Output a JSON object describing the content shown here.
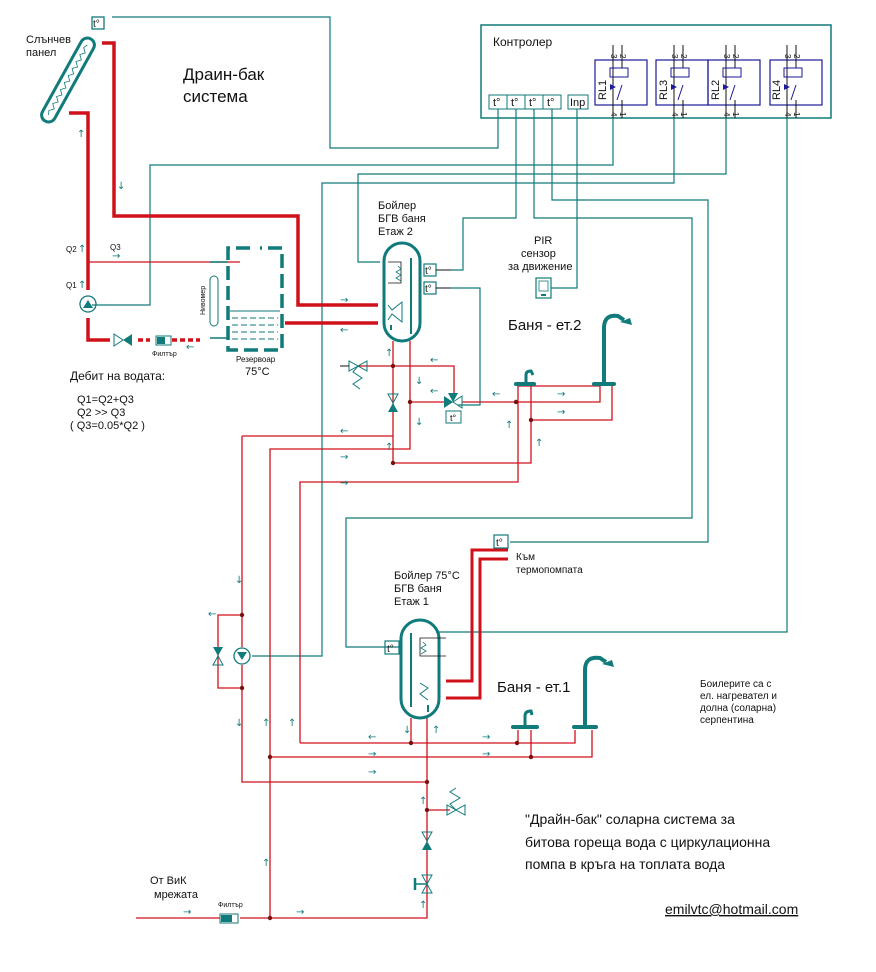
{
  "title": {
    "line1": "Драин-бак",
    "line2": "система"
  },
  "solar_panel": {
    "label_line1": "Слънчев",
    "label_line2": "панел"
  },
  "controller": {
    "title": "Контролер",
    "inputs": [
      "t°",
      "t°",
      "t°",
      "t°",
      "Inp"
    ],
    "relays": [
      {
        "label": "RL1",
        "pin_top_left": "3",
        "pin_top_right": "2",
        "pin_bottom_left": "4",
        "pin_bottom_right": "1"
      },
      {
        "label": "RL3",
        "pin_top_left": "3",
        "pin_top_right": "2",
        "pin_bottom_left": "4",
        "pin_bottom_right": "1"
      },
      {
        "label": "RL2",
        "pin_top_left": "3",
        "pin_top_right": "2",
        "pin_bottom_left": "4",
        "pin_bottom_right": "1"
      },
      {
        "label": "RL4",
        "pin_top_left": "3",
        "pin_top_right": "2",
        "pin_bottom_left": "4",
        "pin_bottom_right": "1"
      }
    ]
  },
  "sensor_label": "t°",
  "flows": {
    "q1": "Q1",
    "q2": "Q2",
    "q3": "Q3"
  },
  "reservoir": {
    "label": "Резервоар",
    "temp": "75°C",
    "level_gauge": "Нивомер"
  },
  "filter_label": "Филтър",
  "flow_note": {
    "heading": "Дебит на водата:",
    "line1": "Q1=Q2+Q3",
    "line2": "Q2 >> Q3",
    "line3": "( Q3=0.05*Q2 )"
  },
  "boiler_upper": {
    "line1": "Бойлер",
    "line2": "БГВ баня",
    "line3": "Етаж 2"
  },
  "boiler_lower": {
    "line1": "Бойлер 75°C",
    "line2": "БГВ баня",
    "line3": "Етаж 1"
  },
  "pir": {
    "line1": "PIR",
    "line2": "сензор",
    "line3": "за движение"
  },
  "bath_upper": "Баня - ет.2",
  "bath_lower": "Баня - ет.1",
  "heat_pump": {
    "line1": "Към",
    "line2": "термопомпата"
  },
  "mains": {
    "line1": "От ВиК",
    "line2": "мрежата"
  },
  "boiler_note": {
    "line1": "Боилерите са с",
    "line2": "ел. нагревател и",
    "line3": "долна (соларна)",
    "line4": "серпентина"
  },
  "description": {
    "line1": "\"Драйн-бак\" соларна система за",
    "line2": "битова гореща вода с циркулационна",
    "line3": "помпа в кръга на топлата вода"
  },
  "email": "emilvtc@hotmail.com",
  "colors": {
    "teal": "#117a7a",
    "red": "#d0111a",
    "relay_blue": "#1a1a9a"
  }
}
